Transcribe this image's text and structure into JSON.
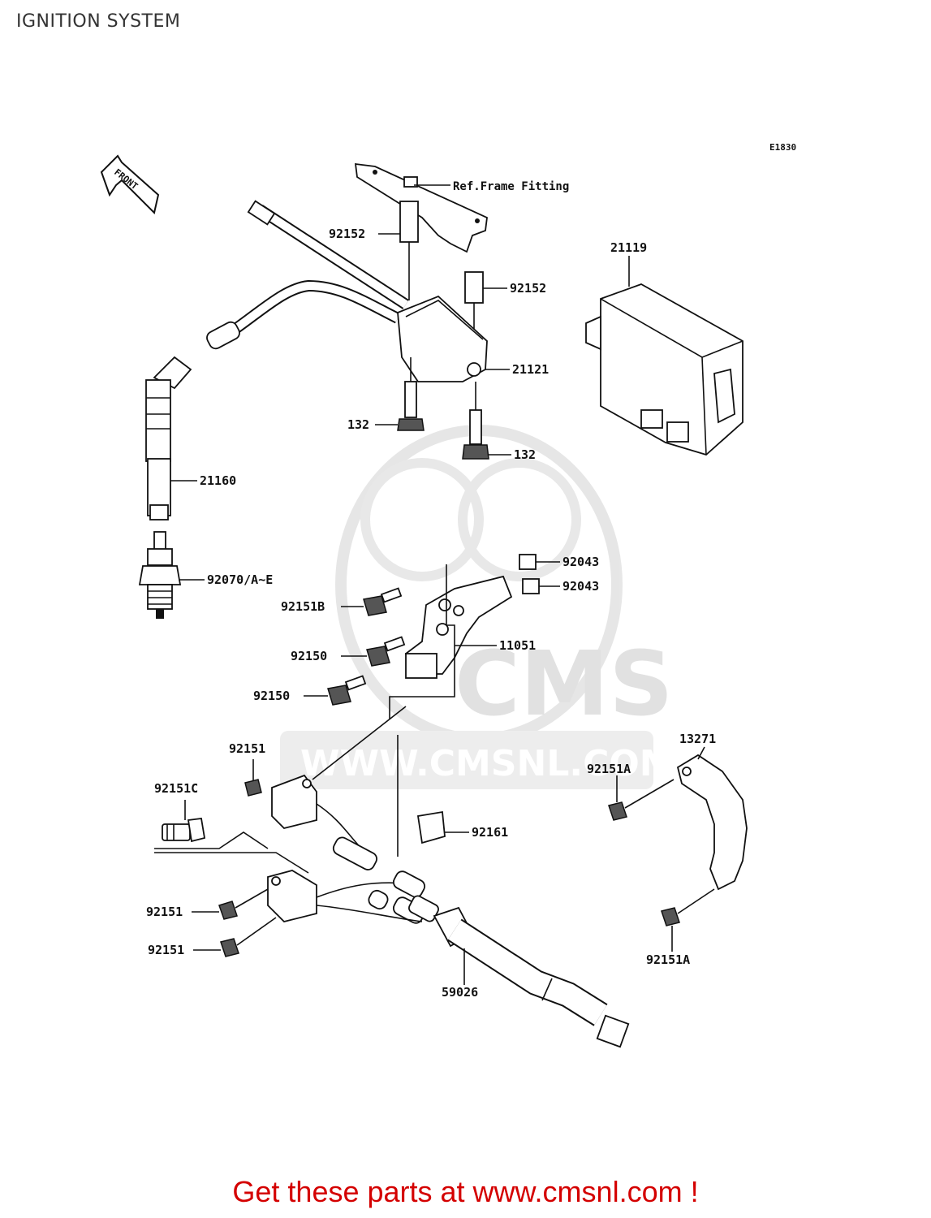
{
  "header": {
    "title": "IGNITION SYSTEM"
  },
  "diagram_code": "E1830",
  "front_arrow": "FRONT",
  "watermark": {
    "text": "WWW.CMSNL.COM",
    "logo": "CMS"
  },
  "parts": {
    "ref_frame": "Ref.Frame Fitting",
    "p92152_a": "92152",
    "p92152_b": "92152",
    "p21119": "21119",
    "p21121": "21121",
    "p132_a": "132",
    "p132_b": "132",
    "p21160": "21160",
    "p92070": "92070/A~E",
    "p92043_a": "92043",
    "p92043_b": "92043",
    "p92151B": "92151B",
    "p11051": "11051",
    "p92150_a": "92150",
    "p92150_b": "92150",
    "p92151_top": "92151",
    "p92151C": "92151C",
    "p13271": "13271",
    "p92151A_top": "92151A",
    "p92161": "92161",
    "p92151_mid": "92151",
    "p92151_low": "92151",
    "p92151A_bot": "92151A",
    "p59026": "59026"
  },
  "footer": {
    "text": "Get these parts at www.cmsnl.com !"
  }
}
